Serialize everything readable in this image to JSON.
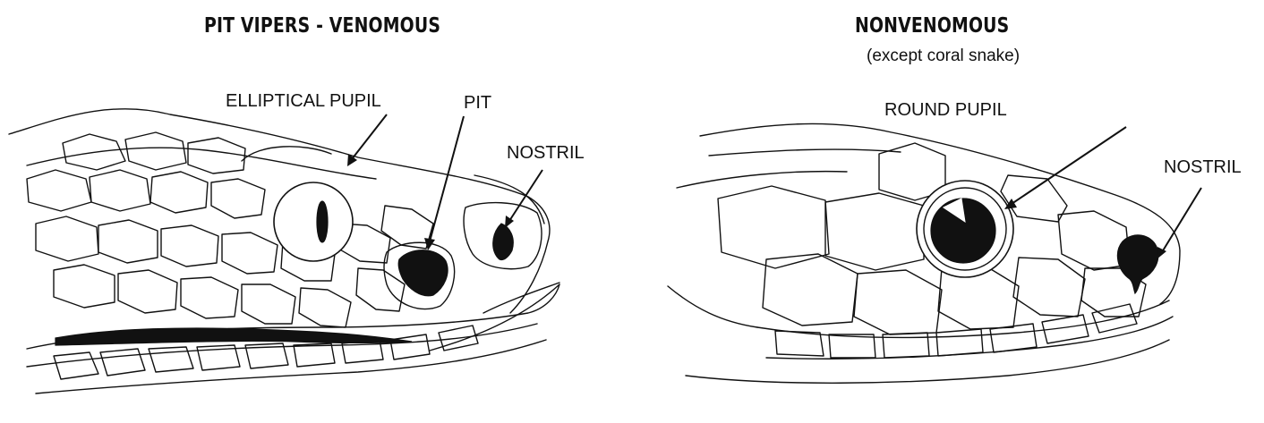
{
  "venomous": {
    "title": "PIT VIPERS - VENOMOUS",
    "labels": {
      "pupil": "ELLIPTICAL PUPIL",
      "pit": "PIT",
      "nostril": "NOSTRIL"
    }
  },
  "nonvenomous": {
    "title": "NONVENOMOUS",
    "subtitle": "(except coral snake)",
    "labels": {
      "pupil": "ROUND PUPIL",
      "nostril": "NOSTRIL"
    }
  },
  "colors": {
    "ink": "#111111",
    "background": "#ffffff"
  }
}
